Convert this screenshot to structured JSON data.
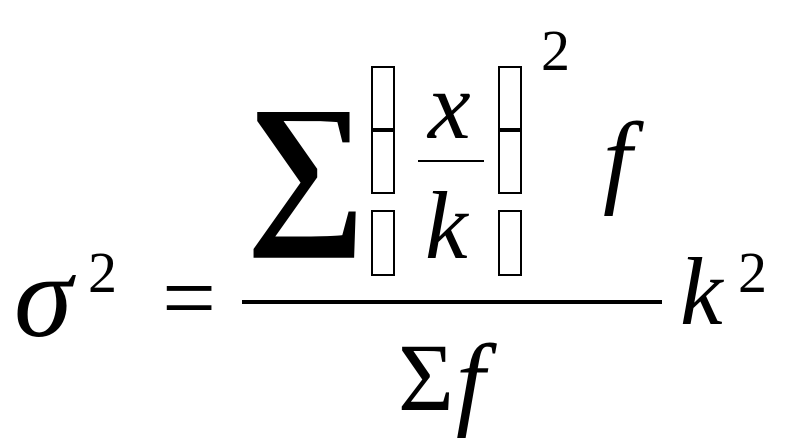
{
  "equation": {
    "lhs": {
      "symbol": "σ",
      "exponent": "2"
    },
    "equals": "=",
    "numerator": {
      "sum_symbol": "∑",
      "inner_numerator": "x",
      "inner_denominator": "k",
      "power": "2",
      "factor": "f"
    },
    "denominator": {
      "sum_symbol": "Σ",
      "variable": "f"
    },
    "multiplier": {
      "symbol": "k",
      "exponent": "2"
    }
  }
}
